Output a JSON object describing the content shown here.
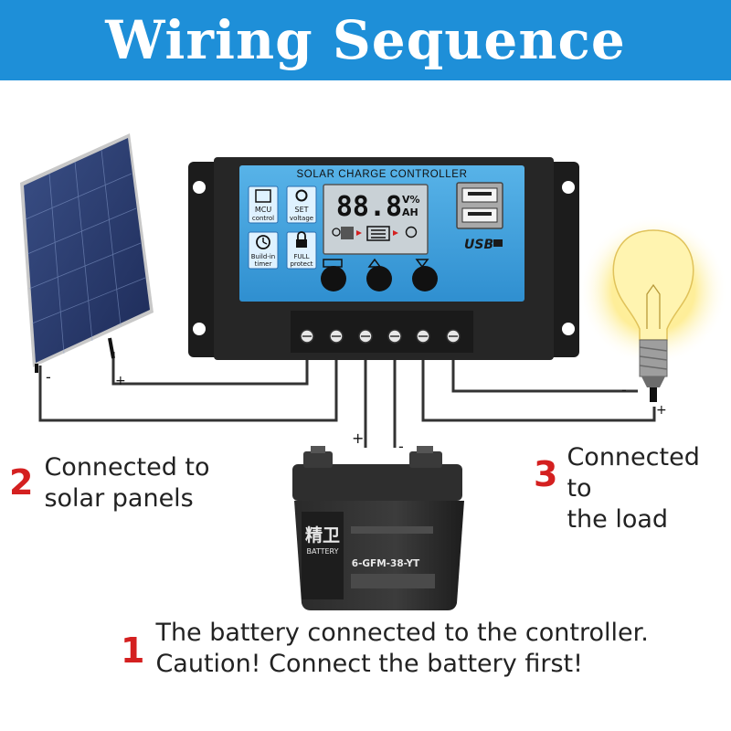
{
  "banner": {
    "title": "Wiring Sequence"
  },
  "controller": {
    "title": "SOLAR CHARGE CONTROLLER",
    "display_digits": "88.8",
    "display_unit_top": "V%",
    "display_unit_bottom": "AH",
    "usb_label": "USB",
    "features": [
      {
        "line1": "MCU",
        "line2": "control"
      },
      {
        "line1": "SET",
        "line2": "voltage"
      },
      {
        "line1": "Build-in",
        "line2": "timer"
      },
      {
        "line1": "FULL",
        "line2": "protect"
      }
    ]
  },
  "battery": {
    "brand_cn": "精卫",
    "brand": "BATTERY",
    "model": "6-GFM-38-YT",
    "plus": "+",
    "minus": "-"
  },
  "polarity": {
    "panel_minus": "-",
    "panel_plus": "+",
    "load_minus": "-",
    "load_plus": "+"
  },
  "steps": {
    "two": {
      "number": "2",
      "line1": "Connected to",
      "line2": "solar panels"
    },
    "three": {
      "number": "3",
      "line1": "Connected to",
      "line2": "the load"
    },
    "one": {
      "number": "1",
      "line1": "The battery connected to the controller.",
      "line2": "Caution! Connect the battery first!"
    }
  },
  "colors": {
    "banner": "#1e8fd8",
    "controller_face": "#3fa0dc",
    "step_number": "#d42020",
    "wire": "#333333"
  }
}
